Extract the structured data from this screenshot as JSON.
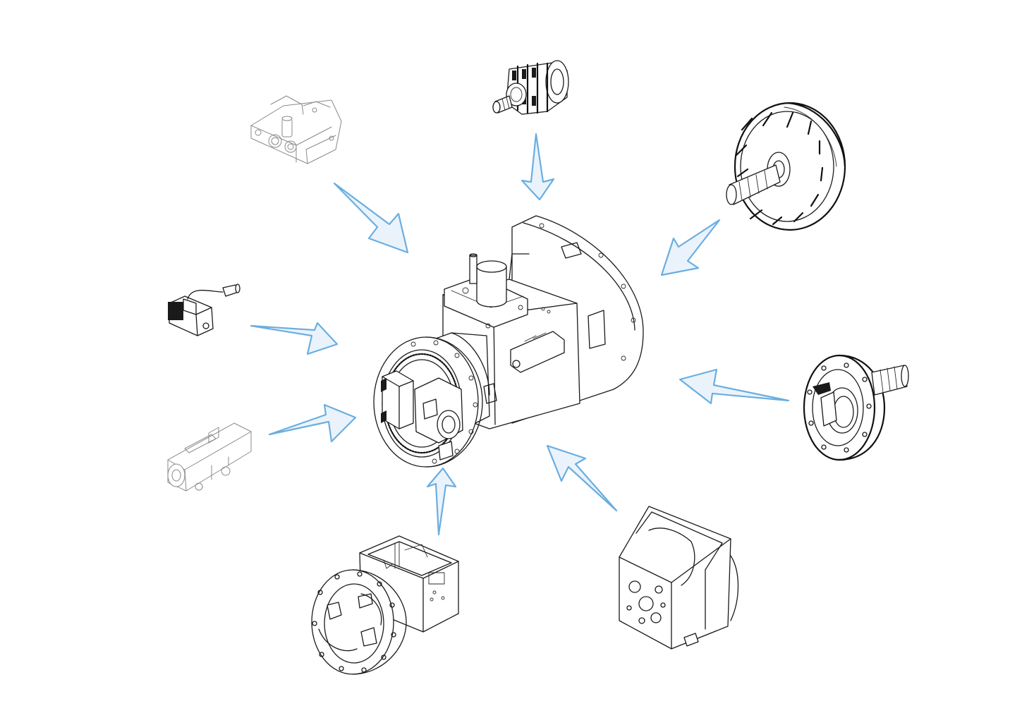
{
  "diagram": {
    "type": "exploded-assembly",
    "center_component": "transmission-assembly",
    "components": [
      {
        "id": "control-valve-block",
        "style": "faint"
      },
      {
        "id": "clutch-pack",
        "style": "bold"
      },
      {
        "id": "torque-converter-turbine",
        "style": "bold"
      },
      {
        "id": "solenoid-valve",
        "style": "normal"
      },
      {
        "id": "charge-pump",
        "style": "bold"
      },
      {
        "id": "hydraulic-valve-body",
        "style": "faint"
      },
      {
        "id": "gearbox-housing",
        "style": "normal"
      },
      {
        "id": "converter-housing",
        "style": "normal"
      }
    ],
    "colors": {
      "arrow_stroke": "#6aaee0",
      "arrow_fill": "#eaf3fc",
      "line": "#1a1a1a",
      "background": "#ffffff"
    }
  }
}
